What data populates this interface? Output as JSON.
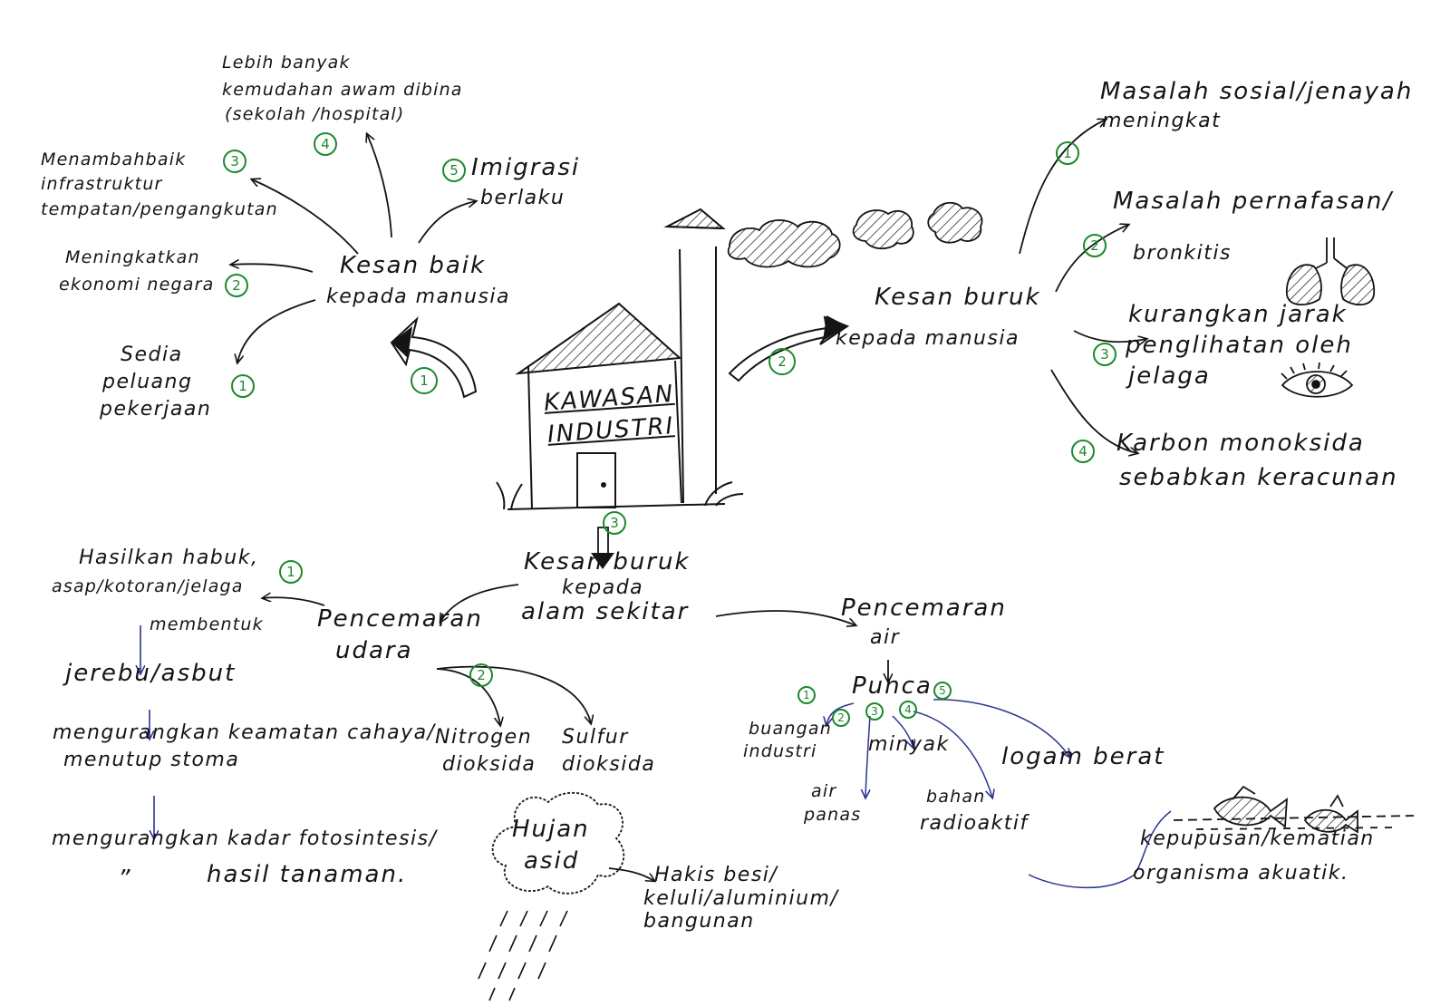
{
  "colors": {
    "ink": "#141414",
    "number_circles": "#1c8a2c",
    "blue_arrows": "#2c3590"
  },
  "center": {
    "line1": "KAWASAN",
    "line2": "INDUSTRI"
  },
  "good_effects": {
    "title_line1": "Kesan baik",
    "title_line2": "kepada manusia",
    "arrow_number": "1",
    "items": [
      {
        "num": "1",
        "lines": [
          "Sedia",
          "peluang",
          "pekerjaan"
        ]
      },
      {
        "num": "2",
        "lines": [
          "Meningkatkan",
          "ekonomi negara"
        ]
      },
      {
        "num": "3",
        "lines": [
          "Menambahbaik",
          "infrastruktur",
          "tempatan/pengangkutan"
        ]
      },
      {
        "num": "4",
        "lines": [
          "Lebih banyak",
          "kemudahan awam dibina",
          "(sekolah /hospital)"
        ]
      },
      {
        "num": "5",
        "lines": [
          "Imigrasi",
          "berlaku"
        ]
      }
    ]
  },
  "bad_human": {
    "title_line1": "Kesan buruk",
    "title_line2": "kepada manusia",
    "arrow_number": "2",
    "items": [
      {
        "num": "1",
        "lines": [
          "Masalah sosial/jenayah",
          "meningkat"
        ]
      },
      {
        "num": "2",
        "lines": [
          "Masalah pernafasan/",
          "bronkitis"
        ]
      },
      {
        "num": "3",
        "lines": [
          "kurangkan jarak",
          "penglihatan oleh",
          "jelaga"
        ]
      },
      {
        "num": "4",
        "lines": [
          "Karbon monoksida",
          "sebabkan keracunan"
        ]
      }
    ]
  },
  "bad_env": {
    "title_line1": "Kesan buruk",
    "title_line2": "kepada",
    "title_line3": "alam sekitar",
    "arrow_number": "3",
    "air": {
      "title_line1": "Pencemaran",
      "title_line2": "udara",
      "branch1_num": "1",
      "branch1_lines": [
        "Hasilkan habuk,",
        "asap/kotoran/jelaga"
      ],
      "membentuk": "membentuk",
      "jerebu": "jerebu/asbut",
      "cahaya_lines": [
        "mengurangkan keamatan cahaya/",
        "menutup stoma"
      ],
      "fotosintesis_line1": "mengurangkan kadar fotosintesis/",
      "ditto": "”",
      "fotosintesis_line2": "hasil tanaman.",
      "branch2_num": "2",
      "gas1_lines": [
        "Nitrogen",
        "dioksida"
      ],
      "gas2_lines": [
        "Sulfur",
        "dioksida"
      ],
      "rain_lines": [
        "Hujan",
        "asid"
      ],
      "hakis_lines": [
        "Hakis besi/",
        "keluli/aluminium/",
        "bangunan"
      ]
    },
    "water": {
      "title_line1": "Pencemaran",
      "title_line2": "air",
      "punca": "Punca",
      "sources": [
        {
          "num": "1",
          "lines": [
            "buangan",
            "industri"
          ]
        },
        {
          "num": "2",
          "lines": [
            "air",
            "panas"
          ]
        },
        {
          "num": "3",
          "lines": [
            "minyak"
          ]
        },
        {
          "num": "4",
          "lines": [
            "bahan",
            "radioaktif"
          ]
        },
        {
          "num": "5",
          "lines": [
            "logam berat"
          ]
        }
      ],
      "result_lines": [
        "kepupusan/kematian",
        "organisma akuatik."
      ]
    }
  }
}
